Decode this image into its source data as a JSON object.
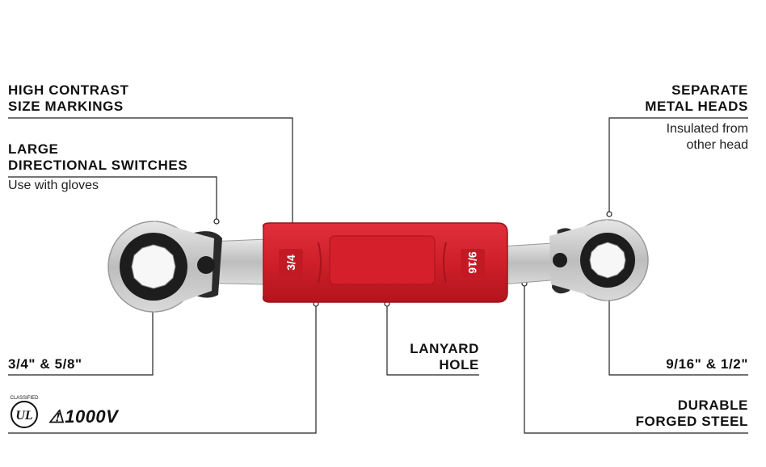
{
  "callouts": {
    "size_markings": {
      "heading": "HIGH CONTRAST\nSIZE MARKINGS"
    },
    "directional_switches": {
      "heading": "LARGE\nDIRECTIONAL SWITCHES",
      "sub": "Use with gloves"
    },
    "separate_heads": {
      "heading": "SEPARATE\nMETAL HEADS",
      "sub": "Insulated from\nother head"
    },
    "left_sizes": {
      "heading": "3/4\" & 5/8\""
    },
    "lanyard_hole": {
      "heading": "LANYARD\nHOLE"
    },
    "right_sizes": {
      "heading": "9/16\" & 1/2\""
    },
    "forged_steel": {
      "heading": "DURABLE\nFORGED STEEL"
    }
  },
  "handle": {
    "left_marking": "3/4",
    "right_marking": "9/16",
    "color": "#d8232f"
  },
  "certification": {
    "mark_text": "CLASSIFIED",
    "mark_letters": "UL",
    "rating": "⚠1000V"
  },
  "colors": {
    "handle_red": "#d8232f",
    "steel": "#c9c9c9",
    "line": "#222222"
  }
}
